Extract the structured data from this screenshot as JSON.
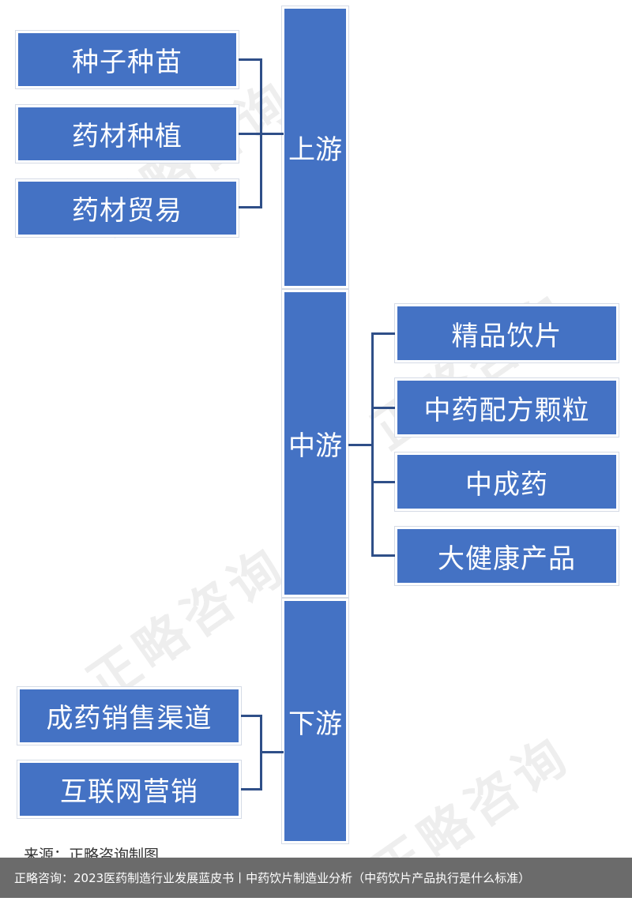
{
  "stages": {
    "upstream": "上游",
    "midstream": "中游",
    "downstream": "下游"
  },
  "upstream_items": [
    "种子种苗",
    "药材种植",
    "药材贸易"
  ],
  "midstream_items": [
    "精品饮片",
    "中药配方颗粒",
    "中成药",
    "大健康产品"
  ],
  "downstream_items": [
    "成药销售渠道",
    "互联网营销"
  ],
  "watermark": "正略咨询",
  "source": "来源：正略咨询制图",
  "footer": "正略咨询：2023医药制造行业发展蓝皮书丨中药饮片制造业分析（中药饮片产品执行是什么标准）",
  "colors": {
    "box_fill": "#4472c4",
    "connector": "#2f4f88",
    "footer_bg": "#6b6b6b"
  }
}
